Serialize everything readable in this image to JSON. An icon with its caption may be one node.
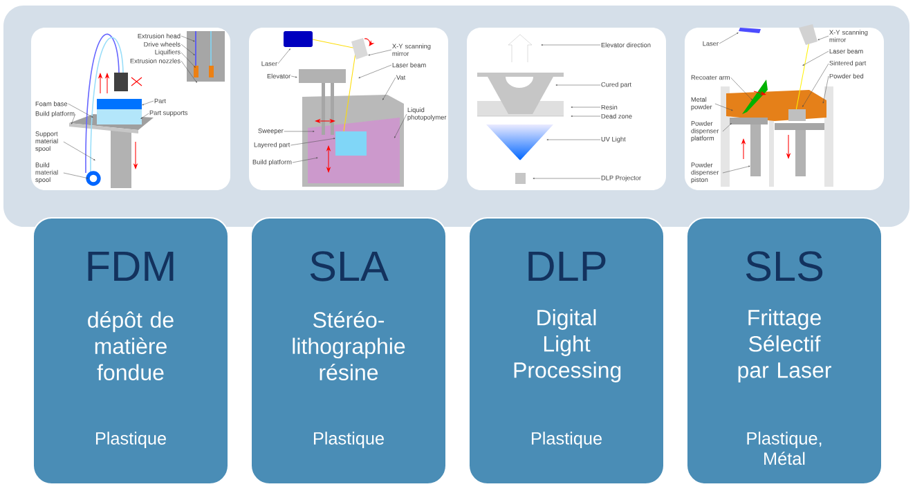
{
  "diagram": {
    "nodes": [
      {
        "text": [],
        "shape": "box"
      },
      {
        "text": [
          "Extrusion head",
          "Drive wheels",
          "Liquifiers",
          "Extrusion nozzles",
          "Part",
          "Part supports",
          "Foam base",
          "Build platform",
          "Support material spool",
          "Build material spool"
        ],
        "in": 0
      },
      {
        "text": [
          "Laser",
          "X-Y scanning mirror",
          "Laser beam",
          "Elevator",
          "Vat",
          "Liquid photopolymer",
          "Sweeper",
          "Layered part",
          "Build platform"
        ],
        "in": 0
      },
      {
        "text": [
          "Elevator direction",
          "Cured part",
          "Resin",
          "Dead zone",
          "UV Light",
          "DLP Projector"
        ],
        "in": 0
      },
      {
        "text": [
          "Laser",
          "X-Y scanning mirror",
          "Laser beam",
          "Sintered part",
          "Powder bed",
          "Recoater arm",
          "Metal powder",
          "Powder dispenser platform",
          "Powder dispenser piston"
        ],
        "in": 0
      },
      {
        "text": [
          "FDM",
          "dépôt de matière fondue",
          "Plastique"
        ]
      },
      {
        "text": [
          "SLA",
          "Stéréo-lithographie résine",
          "Plastique"
        ]
      },
      {
        "text": [
          "DLP",
          "Digital Light Processing",
          "Plastique"
        ]
      },
      {
        "text": [
          "SLS",
          "Frittage Sélectif par Laser",
          "Plastique, Métal"
        ]
      }
    ]
  }
}
